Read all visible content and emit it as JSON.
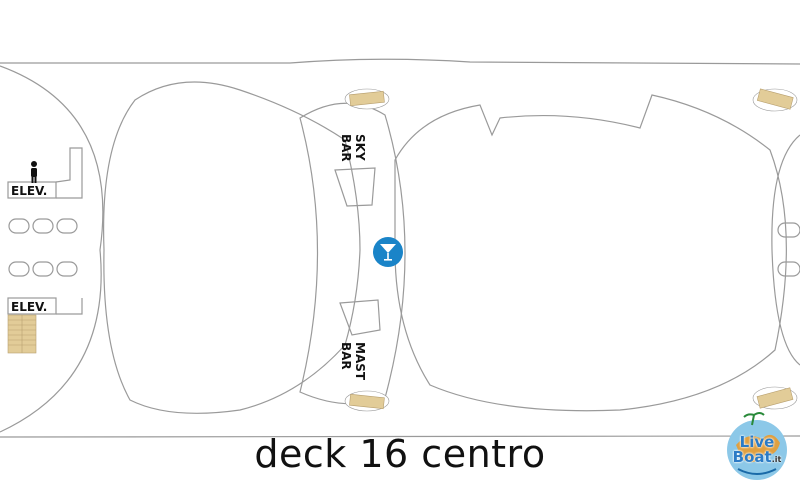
{
  "caption": "deck 16 centro",
  "labels": {
    "sky_bar_line1": "SKY",
    "sky_bar_line2": "BAR",
    "mast_bar_line1": "MAST",
    "mast_bar_line2": "BAR",
    "elevator_top": "ELEV.",
    "elevator_bottom": "ELEV."
  },
  "logo": {
    "name_line1": "Live",
    "name_line2": "Boat",
    "suffix": ".it"
  },
  "icons": {
    "restroom": "person-icon",
    "bar": "cocktail-glass-icon",
    "stairs": "staircase-icon"
  },
  "colors": {
    "outline": "#9a9a9a",
    "stairs": "#e2cc98",
    "bar_marker": "#1a84c8",
    "text": "#111111"
  }
}
